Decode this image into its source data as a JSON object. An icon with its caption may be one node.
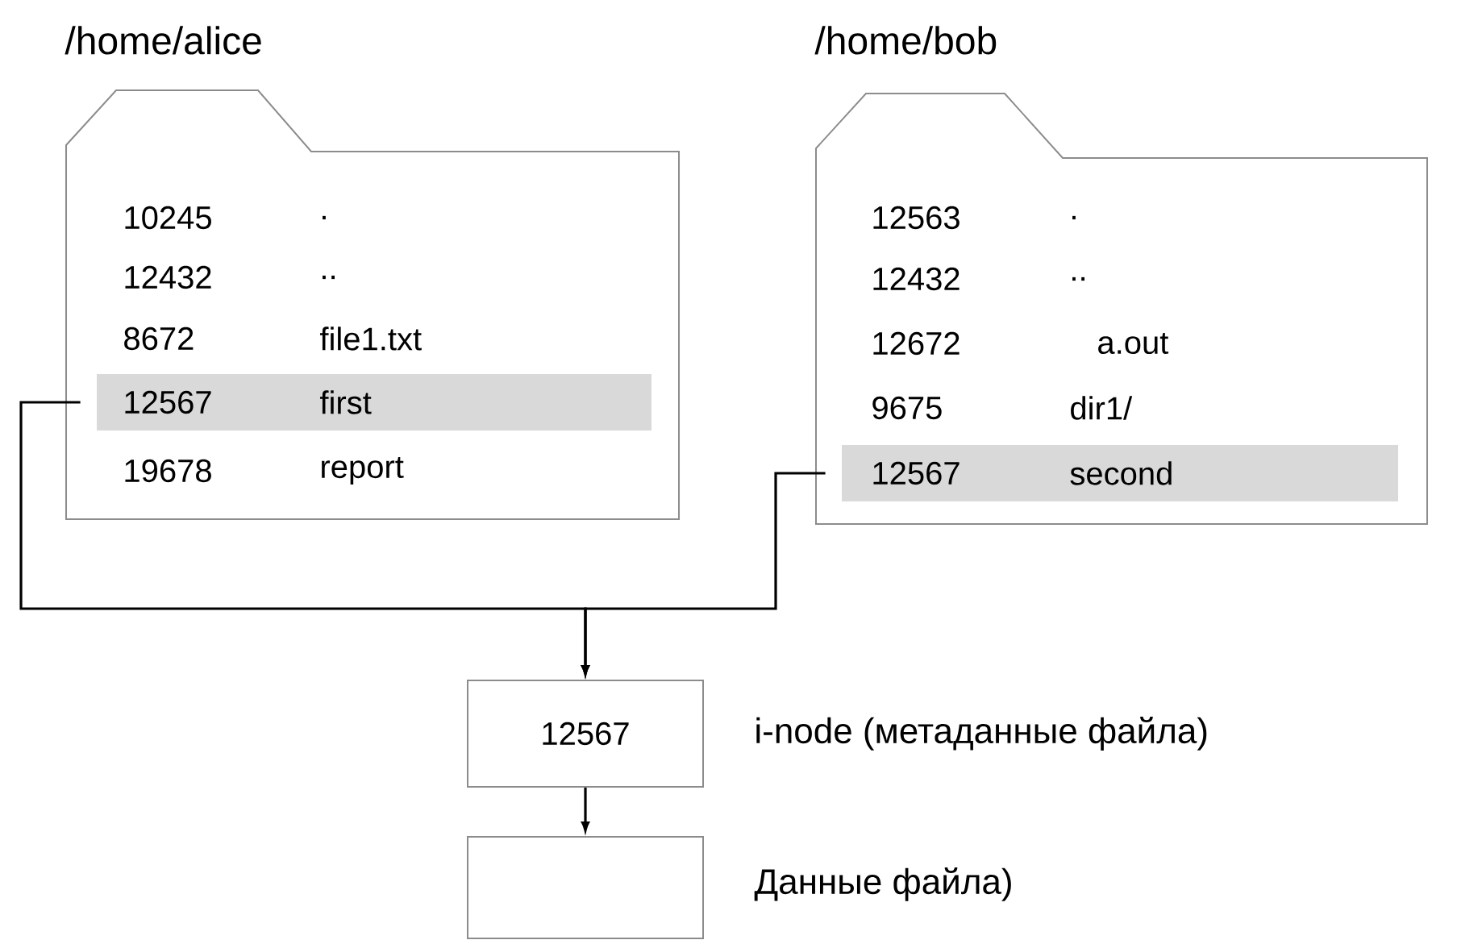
{
  "diagram": {
    "nodes": [
      {
        "text": [
          "/home/alice",
          "10245",
          ".",
          "12432",
          "..",
          "8672",
          "file1.txt",
          "19678",
          "report"
        ]
      },
      {
        "text": [
          "12567",
          "first"
        ],
        "in": 0
      },
      {
        "text": [
          "/home/bob",
          "12563",
          ".",
          "12432",
          "..",
          "12672",
          "a.out",
          "9675",
          "dir1/"
        ]
      },
      {
        "text": [
          "12567",
          "second"
        ],
        "in": 2
      },
      {
        "text": [
          "12567"
        ],
        "beside": [
          "i-node (метаданные файла)"
        ]
      },
      {
        "text": [],
        "shape": "box",
        "beside": [
          "Данные файла)"
        ]
      }
    ],
    "edges": [
      {
        "from": 1,
        "to": 4,
        "arrow": "to"
      },
      {
        "from": 3,
        "to": 4,
        "arrow": "to"
      },
      {
        "from": 4,
        "to": 5,
        "arrow": "to"
      }
    ]
  }
}
